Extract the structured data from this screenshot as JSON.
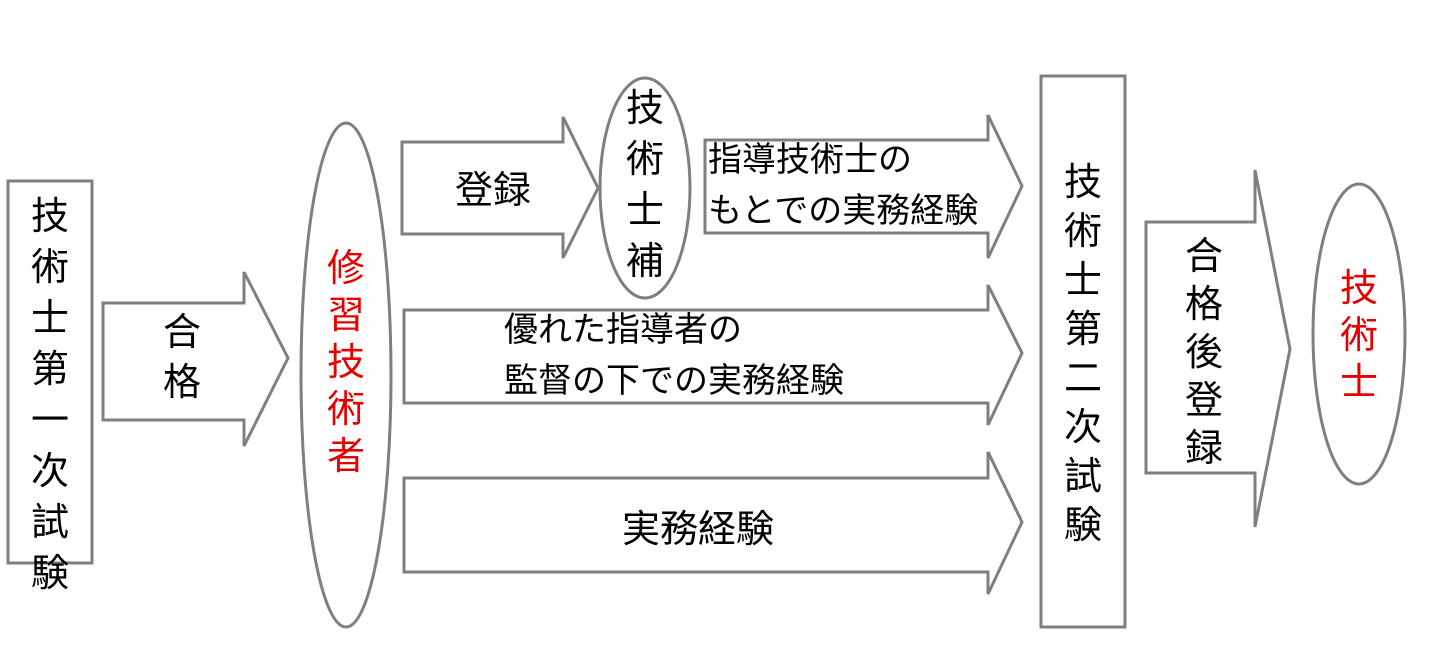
{
  "nodes": {
    "first_exam": "技術士第一次試験",
    "trainee": "修習技術者",
    "assistant": "技術士補",
    "second_exam": "技術士第二次試験",
    "engineer": "技術士"
  },
  "arrows": {
    "pass": "合格",
    "register": "登録",
    "under_engineer": [
      "指導技術士の",
      "もとでの実務経験"
    ],
    "under_supervisor": [
      "優れた指導者の",
      "監督の下での実務経験"
    ],
    "work_experience": "実務経験",
    "register_after_pass": "合格後登録"
  },
  "colors": {
    "shape_stroke": "#7f7f7f",
    "text": "#000000",
    "highlight_text": "#e60000"
  }
}
